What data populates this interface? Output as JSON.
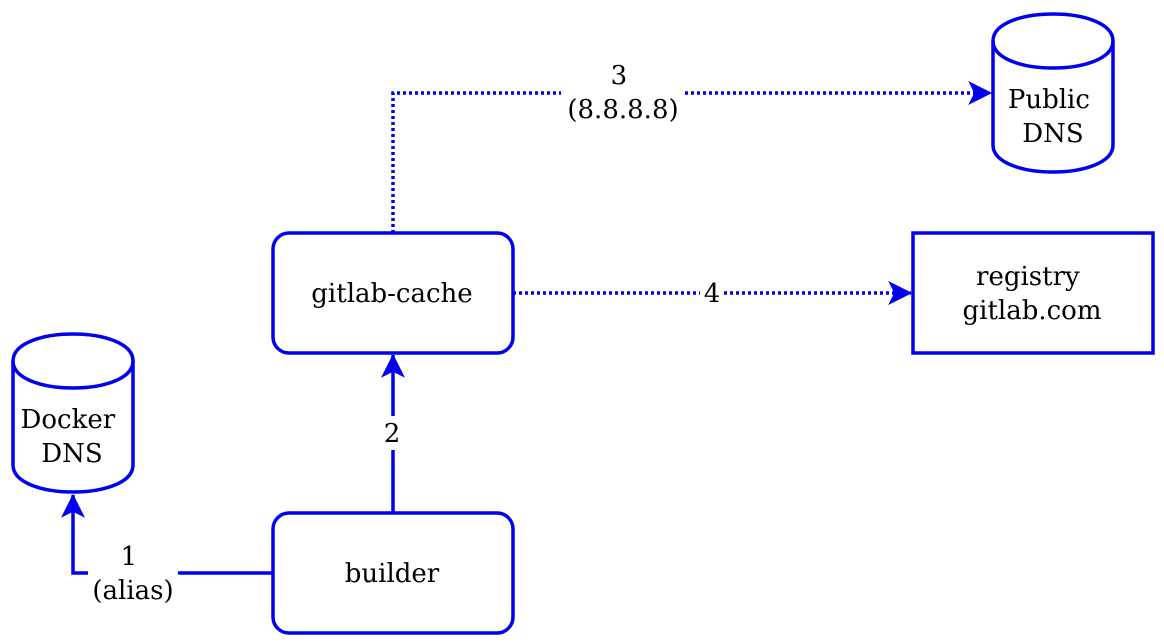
{
  "colors": {
    "stroke": "#0000ee",
    "text": "#000000",
    "background": "#ffffff"
  },
  "nodes": {
    "public_dns": {
      "line1": "Public",
      "line2": "DNS",
      "shape": "cylinder"
    },
    "gitlab_cache": {
      "label": "gitlab-cache",
      "shape": "rounded-rectangle"
    },
    "registry": {
      "line1": "registry",
      "line2": "gitlab.com",
      "shape": "rectangle"
    },
    "docker_dns": {
      "line1": "Docker",
      "line2": "DNS",
      "shape": "cylinder"
    },
    "builder": {
      "label": "builder",
      "shape": "rounded-rectangle"
    }
  },
  "edges": {
    "alias": {
      "line1": "1",
      "line2": "(alias)",
      "style": "solid",
      "from": "builder",
      "to": "docker_dns"
    },
    "cache": {
      "label": "2",
      "style": "solid",
      "from": "builder",
      "to": "gitlab_cache"
    },
    "public_dns": {
      "line1": "3",
      "line2": "(8.8.8.8)",
      "style": "dotted",
      "from": "gitlab_cache",
      "to": "public_dns"
    },
    "registry": {
      "label": "4",
      "style": "dotted",
      "from": "gitlab_cache",
      "to": "registry"
    }
  }
}
